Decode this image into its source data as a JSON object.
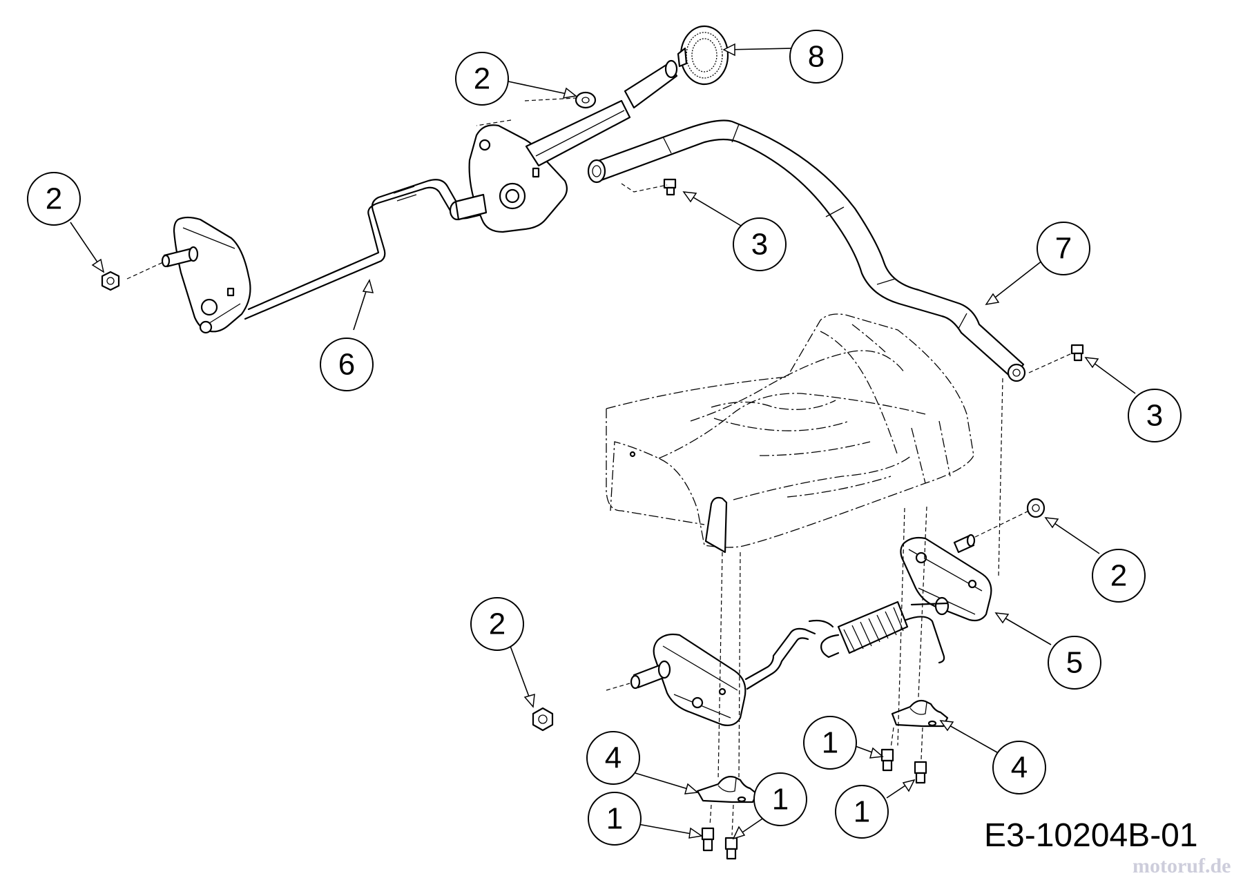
{
  "diagram": {
    "drawing_code": "E3-10204B-01",
    "watermark": "motoruf.de",
    "callouts": [
      {
        "id": "c-8",
        "label": "8"
      },
      {
        "id": "c-2a",
        "label": "2"
      },
      {
        "id": "c-2b",
        "label": "2"
      },
      {
        "id": "c-3a",
        "label": "3"
      },
      {
        "id": "c-7",
        "label": "7"
      },
      {
        "id": "c-6",
        "label": "6"
      },
      {
        "id": "c-3b",
        "label": "3"
      },
      {
        "id": "c-2c",
        "label": "2"
      },
      {
        "id": "c-2d",
        "label": "2"
      },
      {
        "id": "c-5",
        "label": "5"
      },
      {
        "id": "c-1a",
        "label": "1"
      },
      {
        "id": "c-4a",
        "label": "4"
      },
      {
        "id": "c-4b",
        "label": "4"
      },
      {
        "id": "c-1b",
        "label": "1"
      },
      {
        "id": "c-1c",
        "label": "1"
      },
      {
        "id": "c-1d",
        "label": "1"
      }
    ]
  }
}
